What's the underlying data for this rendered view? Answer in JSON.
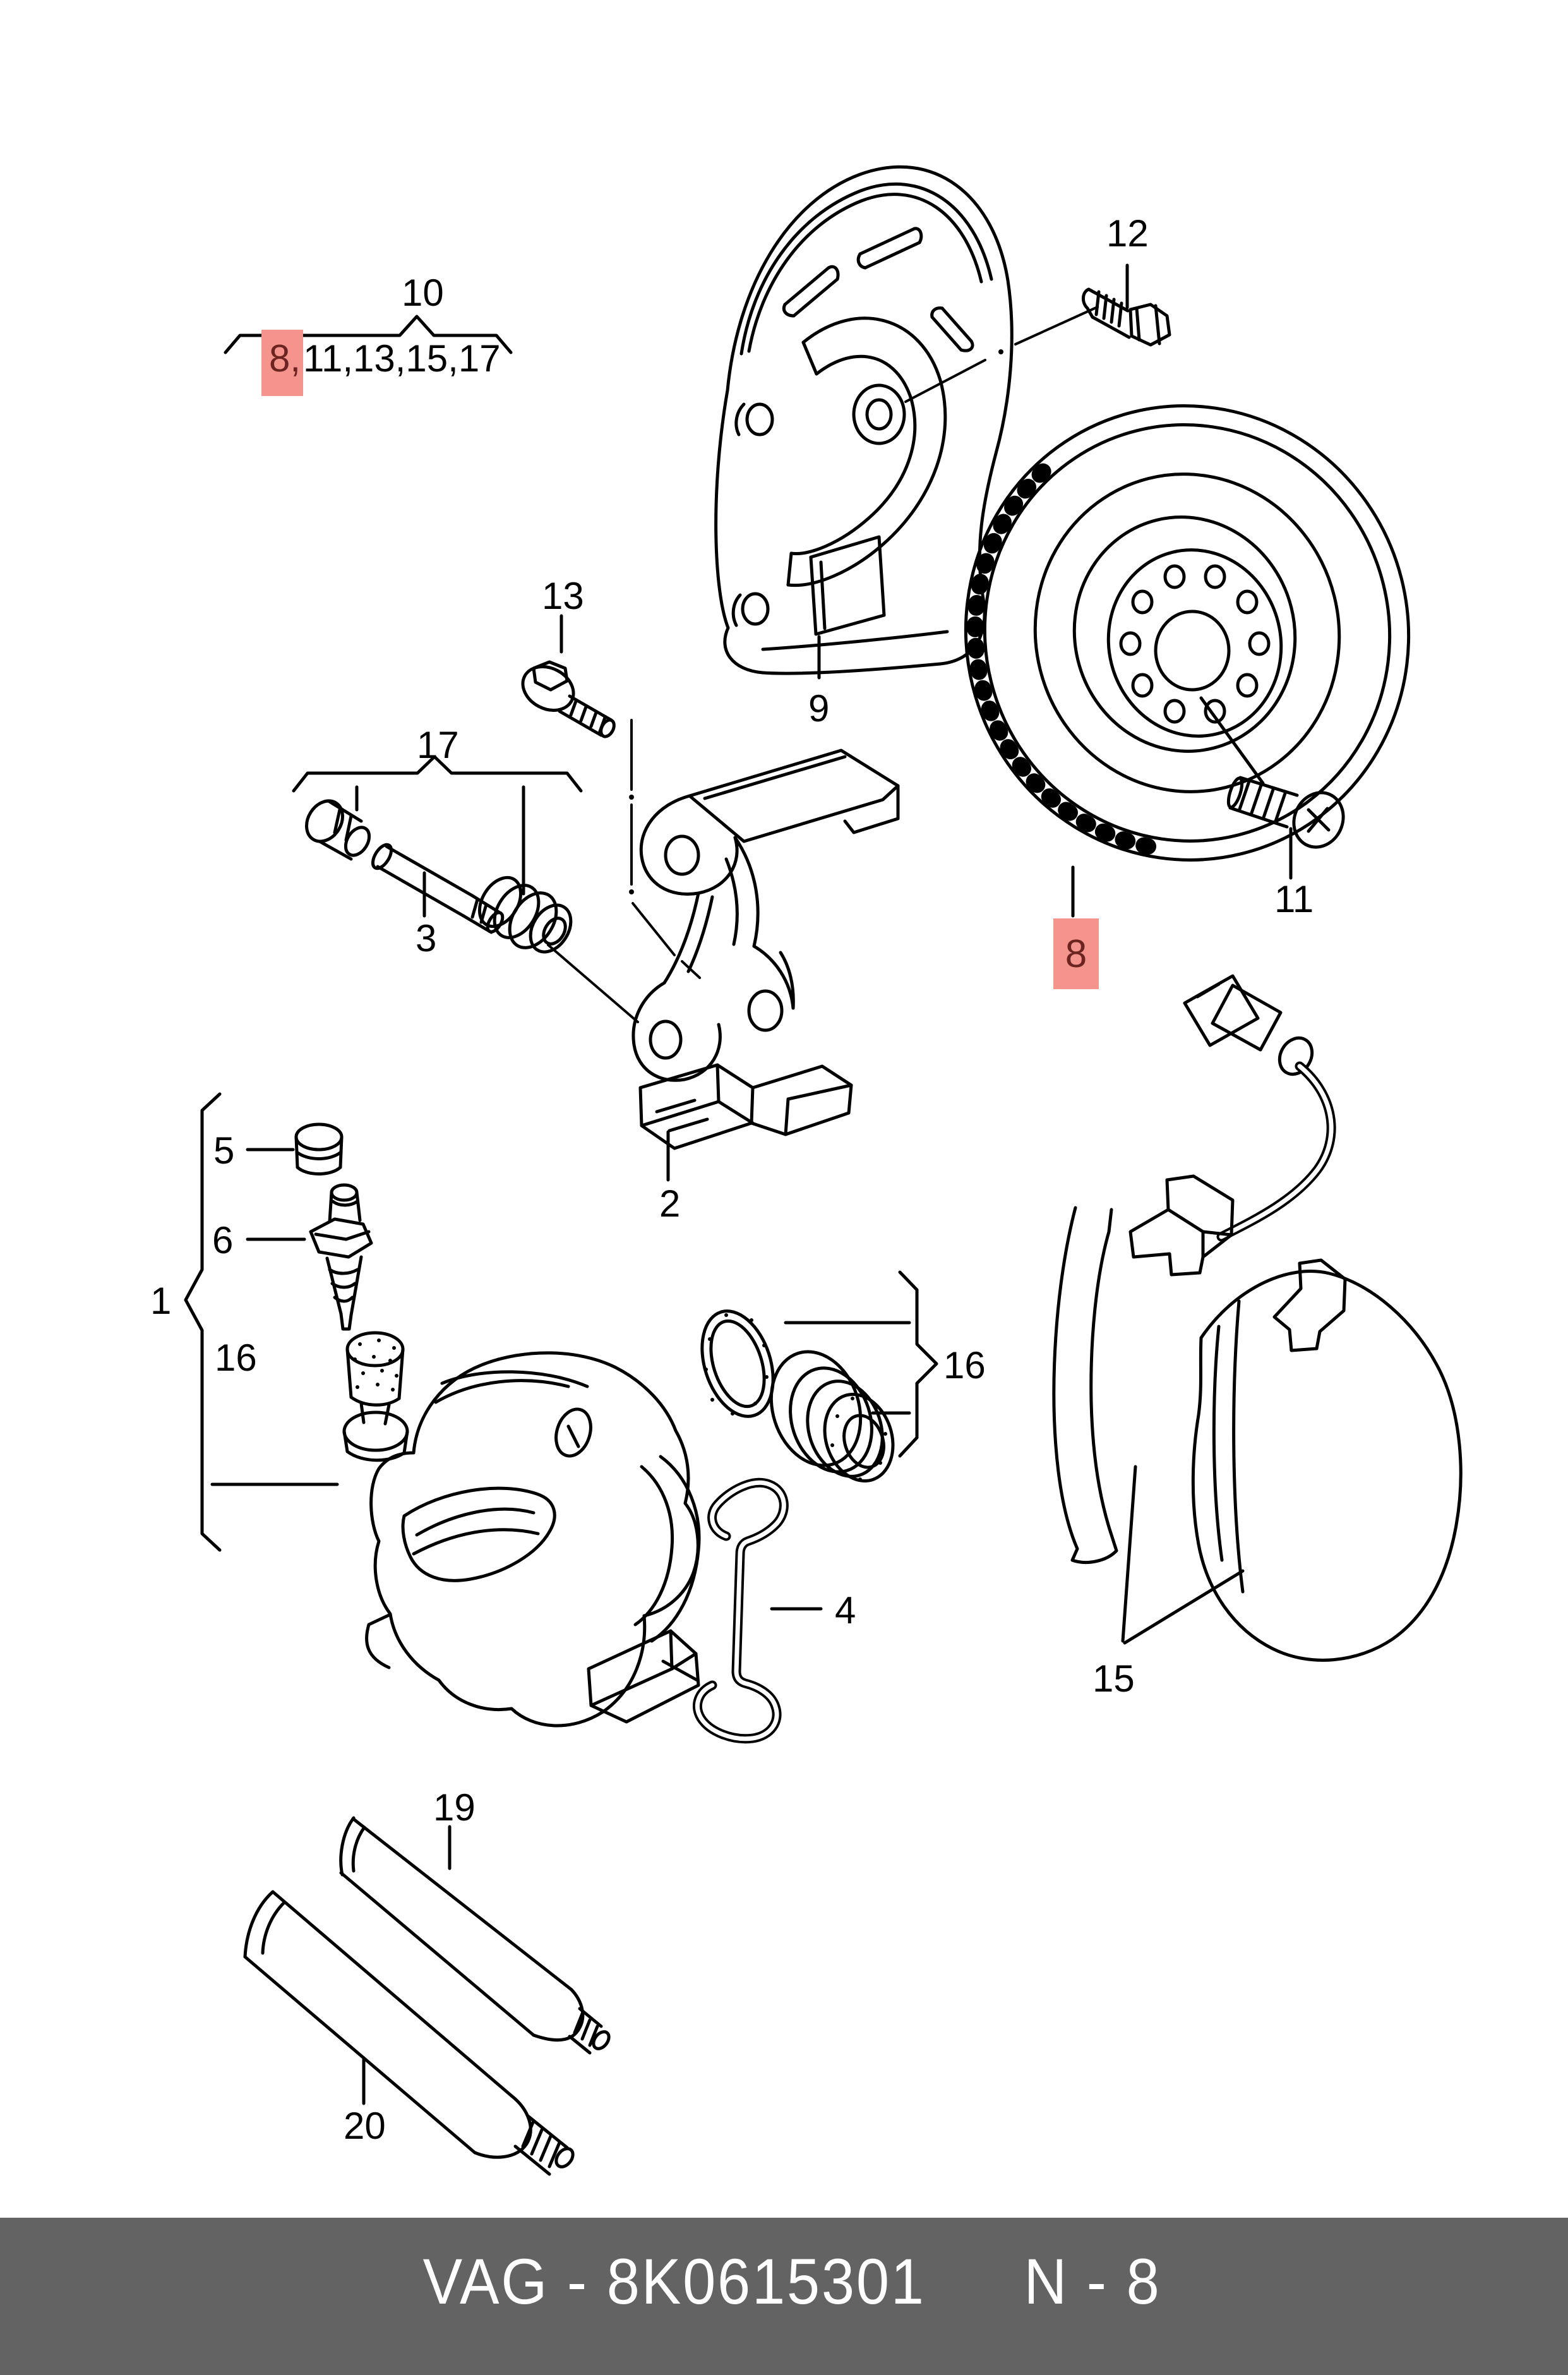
{
  "page": {
    "background_color": "#ffffff",
    "line_color": "#000000",
    "highlight_bg_color": "#f5938d",
    "highlight_text_color": "#6b2420"
  },
  "group_callout": {
    "number": "10",
    "items_highlighted": "8,",
    "items_rest": "11,13,15,17"
  },
  "callouts": {
    "caliper_assembly": "1",
    "carrier": "2",
    "guide_pin": "3",
    "retaining_spring": "4",
    "cap": "5",
    "bleeder_valve": "6",
    "brake_disc": "8",
    "splash_shield": "9",
    "disc_screw": "11",
    "shield_bolt": "12",
    "carrier_bolt": "13",
    "brake_pads": "15",
    "repair_kit_left": "16",
    "repair_kit_right": "16",
    "guide_set": "17",
    "grease_tube_small": "19",
    "grease_tube_large": "20"
  },
  "footer": {
    "catalog_code": "VAG - 8K0615301",
    "page_code": "N - 8",
    "bar_color": "#636363",
    "text_color": "#ffffff"
  }
}
